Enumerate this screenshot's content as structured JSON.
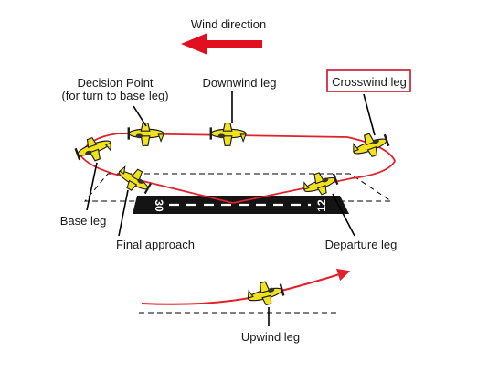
{
  "diagram": {
    "wind_label": "Wind direction",
    "labels": {
      "decision_point_line1": "Decision Point",
      "decision_point_line2": "(for turn to base leg)",
      "downwind": "Downwind leg",
      "crosswind": "Crosswind leg",
      "base": "Base leg",
      "final": "Final approach",
      "departure": "Departure leg",
      "upwind": "Upwind leg"
    },
    "runway_numbers": {
      "near_end": "30",
      "far_end": "12"
    },
    "colors": {
      "pattern_path": "#e0202a",
      "wind_arrow": "#e01020",
      "aircraft_fill": "#f2e21c",
      "aircraft_outline": "#1a1a1a",
      "runway": "#141414",
      "crosswind_box": "#c8102e"
    },
    "icons": {
      "aircraft": "airplane-icon"
    }
  }
}
